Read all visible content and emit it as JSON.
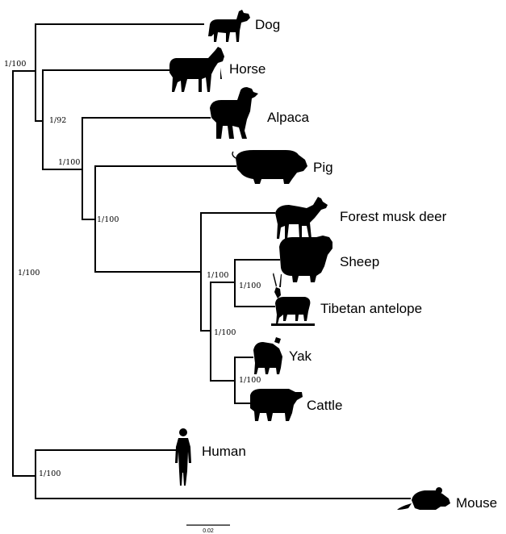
{
  "taxa": {
    "dog": "Dog",
    "horse": "Horse",
    "alpaca": "Alpaca",
    "pig": "Pig",
    "musk_deer": "Forest musk deer",
    "sheep": "Sheep",
    "antelope": "Tibetan antelope",
    "yak": "Yak",
    "cattle": "Cattle",
    "human": "Human",
    "mouse": "Mouse"
  },
  "support": {
    "root_upper": "1/100",
    "node_horse": "1/92",
    "node_alpaca": "1/100",
    "node_pig": "1/100",
    "node_ruminant": "1/100",
    "node_sheep_antelope": "1/100",
    "node_bovid": "1/100",
    "node_yak_cattle": "1/100",
    "root": "1/100",
    "node_human_mouse": "1/100"
  },
  "scale_bar": {
    "label": "0.02"
  },
  "icons": [
    "dog-icon",
    "horse-icon",
    "alpaca-icon",
    "pig-icon",
    "musk-deer-icon",
    "sheep-icon",
    "antelope-icon",
    "yak-icon",
    "cattle-icon",
    "human-icon",
    "mouse-icon"
  ]
}
